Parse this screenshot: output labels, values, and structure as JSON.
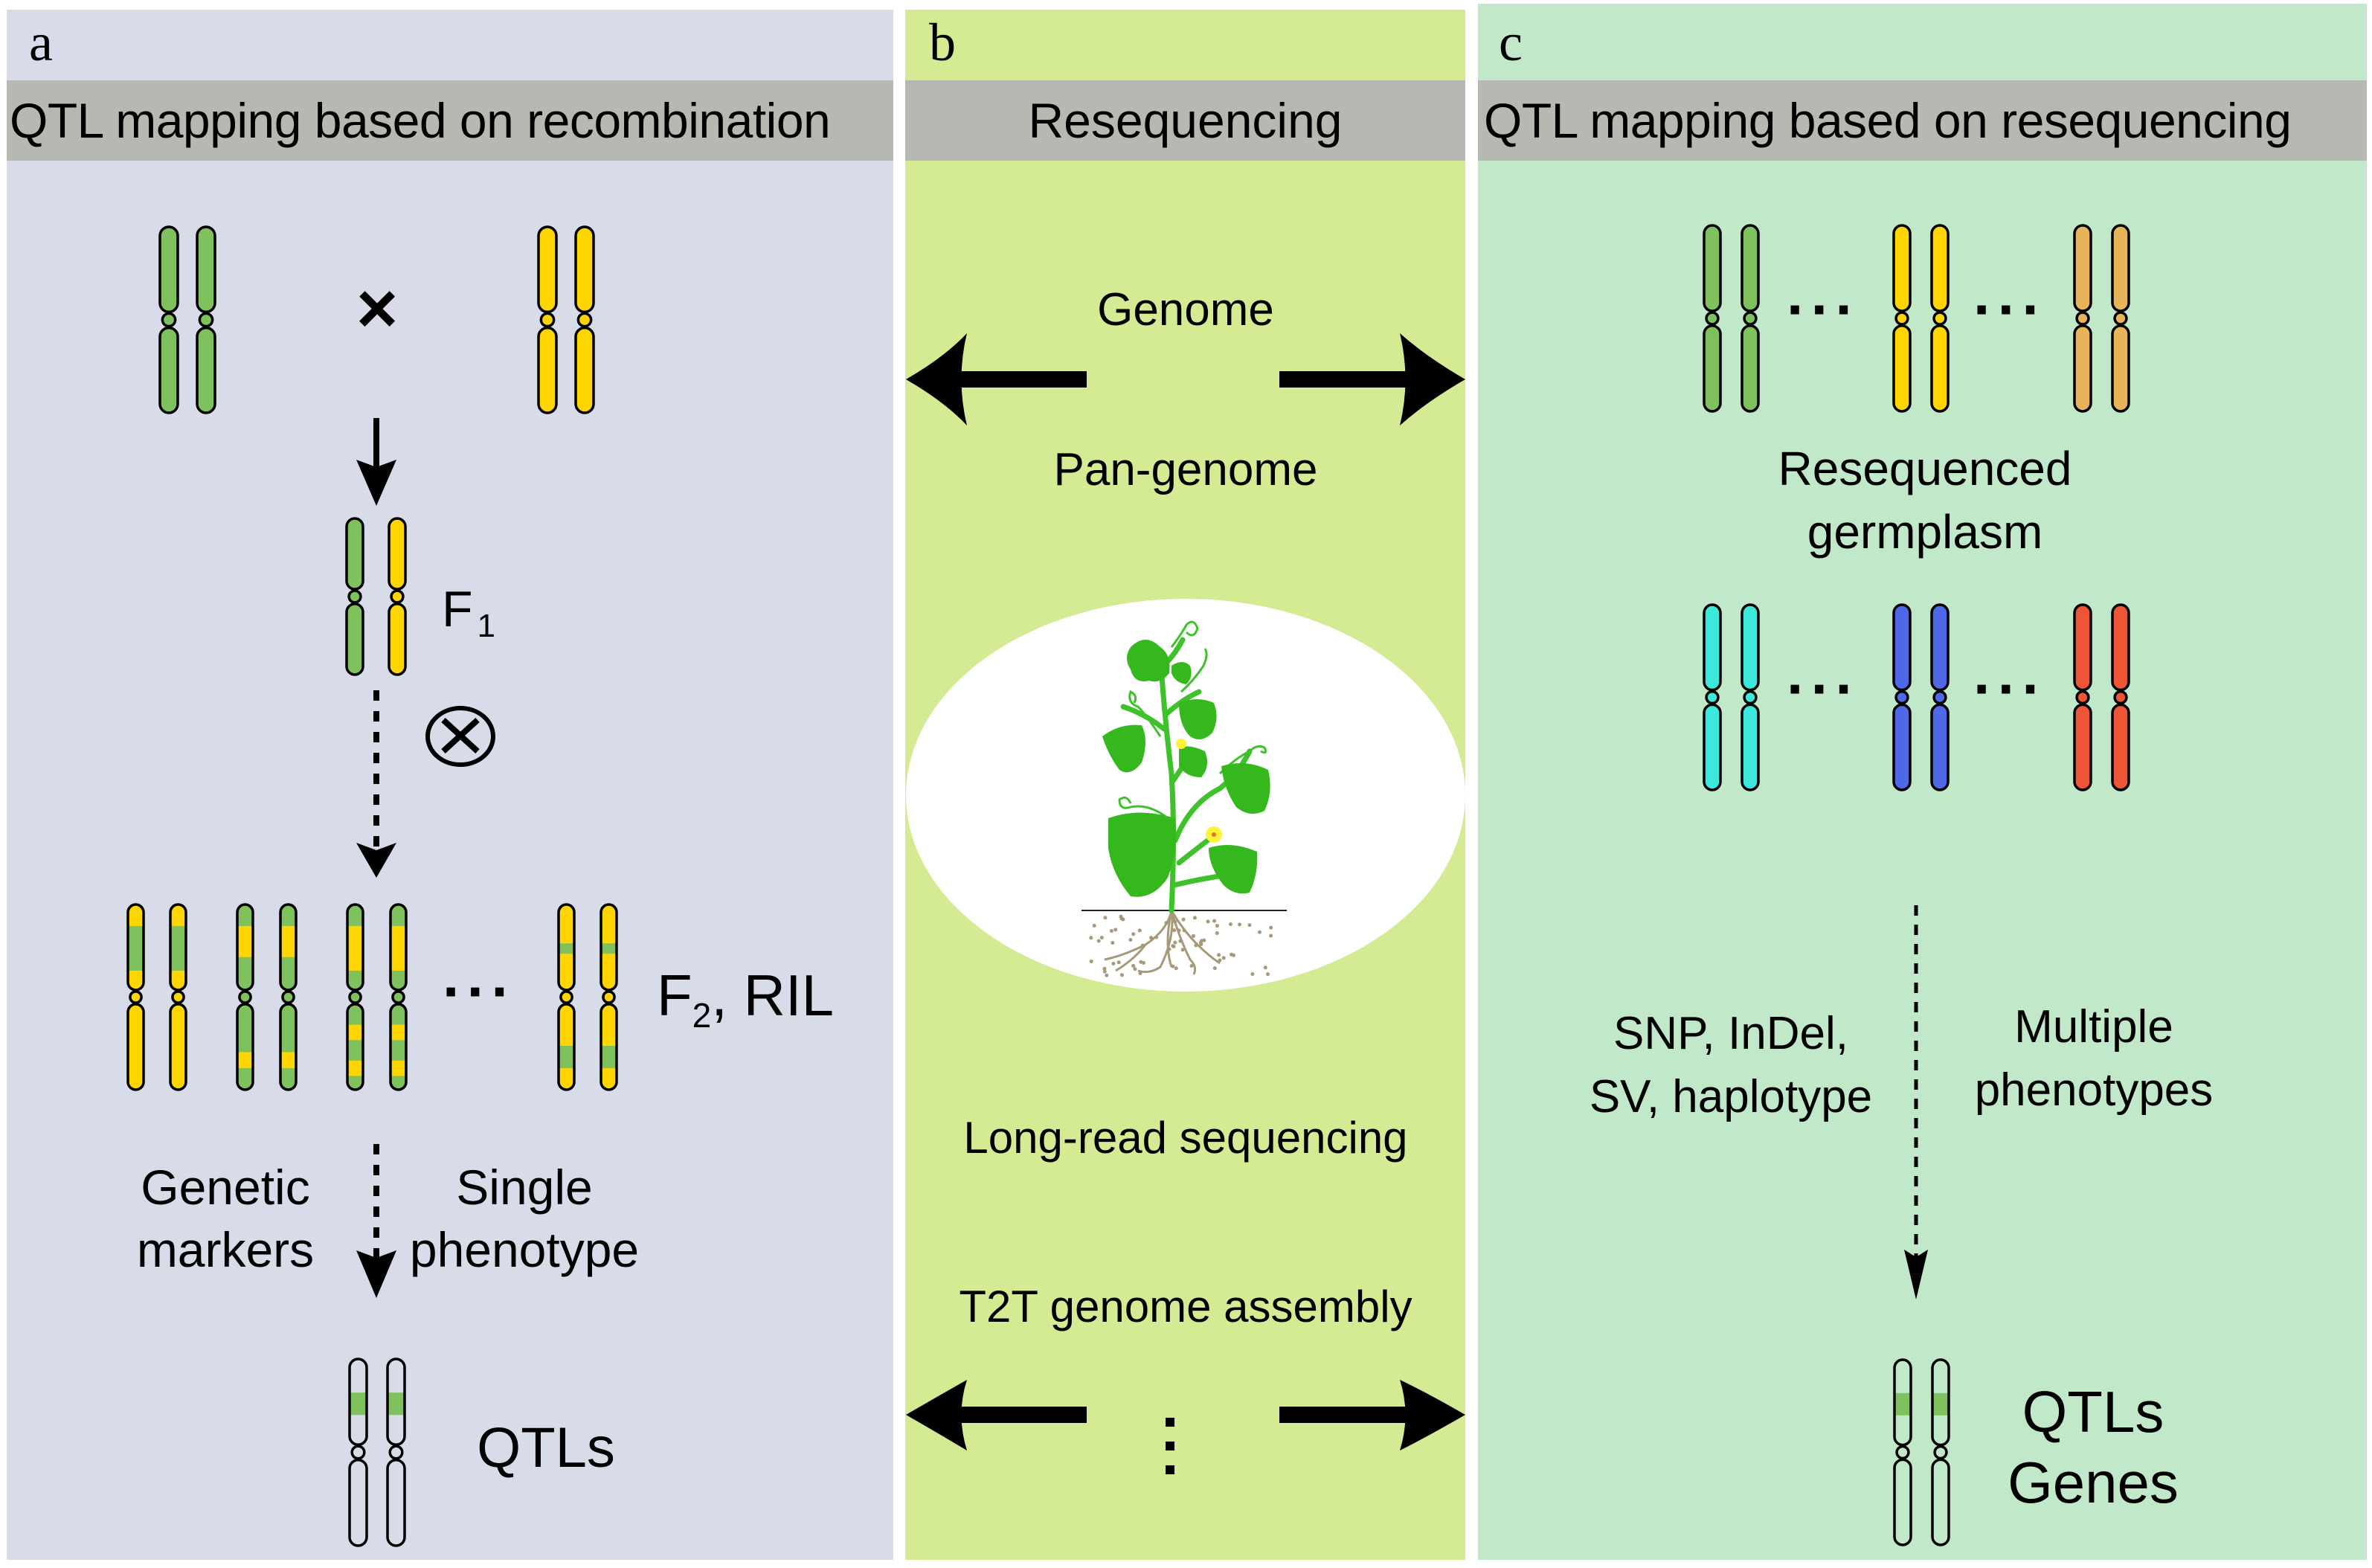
{
  "figure": {
    "background": "#ffffff",
    "header_color": "#b6b8b2"
  },
  "panels": {
    "a": {
      "letter": "a",
      "title": "QTL mapping based on recombination",
      "background": "#d8dce9",
      "cross_symbol": "×",
      "selfing_symbol": "⊗",
      "f1_label": "F",
      "f1_sub": "1",
      "f2_label_prefix": "F",
      "f2_sub": "2",
      "f2_label_suffix": ", RIL",
      "ellipsis": "···",
      "left_note": [
        "Genetic",
        "markers"
      ],
      "right_note": [
        "Single",
        "phenotype"
      ],
      "result_label": "QTLs",
      "parents": [
        {
          "name": "parent-green",
          "color": "#7fc15c"
        },
        {
          "name": "parent-yellow",
          "color": "#ffd500"
        }
      ],
      "f1": {
        "colors": [
          "#7fc15c",
          "#ffd500"
        ]
      },
      "f2_lines": [
        {
          "base": "#ffd500",
          "bands": [
            {
              "color": "#7fc15c",
              "from": 0.116,
              "to": 0.357
            }
          ]
        },
        {
          "base": "#7fc15c",
          "bands": [
            {
              "color": "#ffd500",
              "from": 0.116,
              "to": 0.284
            },
            {
              "color": "#ffd500",
              "from": 0.797,
              "to": 0.884
            }
          ]
        },
        {
          "base": "#7fc15c",
          "bands": [
            {
              "color": "#ffd500",
              "from": 0.116,
              "to": 0.357
            },
            {
              "color": "#ffd500",
              "from": 0.649,
              "to": 0.732
            },
            {
              "color": "#ffd500",
              "from": 0.843,
              "to": 0.926
            }
          ]
        },
        {
          "base": "#ffd500",
          "bands": [
            {
              "color": "#7fc15c",
              "from": 0.21,
              "to": 0.266
            },
            {
              "color": "#7fc15c",
              "from": 0.763,
              "to": 0.884
            }
          ]
        }
      ],
      "qtl_chromosome": {
        "base": "none",
        "band": {
          "color": "#7fc15c",
          "from": 0.18,
          "to": 0.3
        }
      }
    },
    "b": {
      "letter": "b",
      "title": "Resequencing",
      "background": "#d5eb93",
      "items": [
        "Genome",
        "Pan-genome",
        "Long-read sequencing",
        "T2T genome assembly"
      ],
      "continuation": "⋮",
      "illustration": "cucumber-plant"
    },
    "c": {
      "letter": "c",
      "title": "QTL mapping based on resequencing",
      "background": "#c1e8c8",
      "ellipsis": "···",
      "germplasm_label": [
        "Resequenced",
        "germplasm"
      ],
      "row1_colors": [
        "#7fc15c",
        "#ffd500",
        "#e8b45a"
      ],
      "row2_colors": [
        "#3ce8dc",
        "#4f68e8",
        "#ee5436"
      ],
      "left_note": [
        "SNP, InDel,",
        "SV, haplotype"
      ],
      "right_note": [
        "Multiple",
        "phenotypes"
      ],
      "result_label": [
        "QTLs",
        "Genes"
      ],
      "qtl_chromosome": {
        "band": {
          "color": "#7fc15c",
          "from": 0.18,
          "to": 0.3
        }
      }
    }
  }
}
